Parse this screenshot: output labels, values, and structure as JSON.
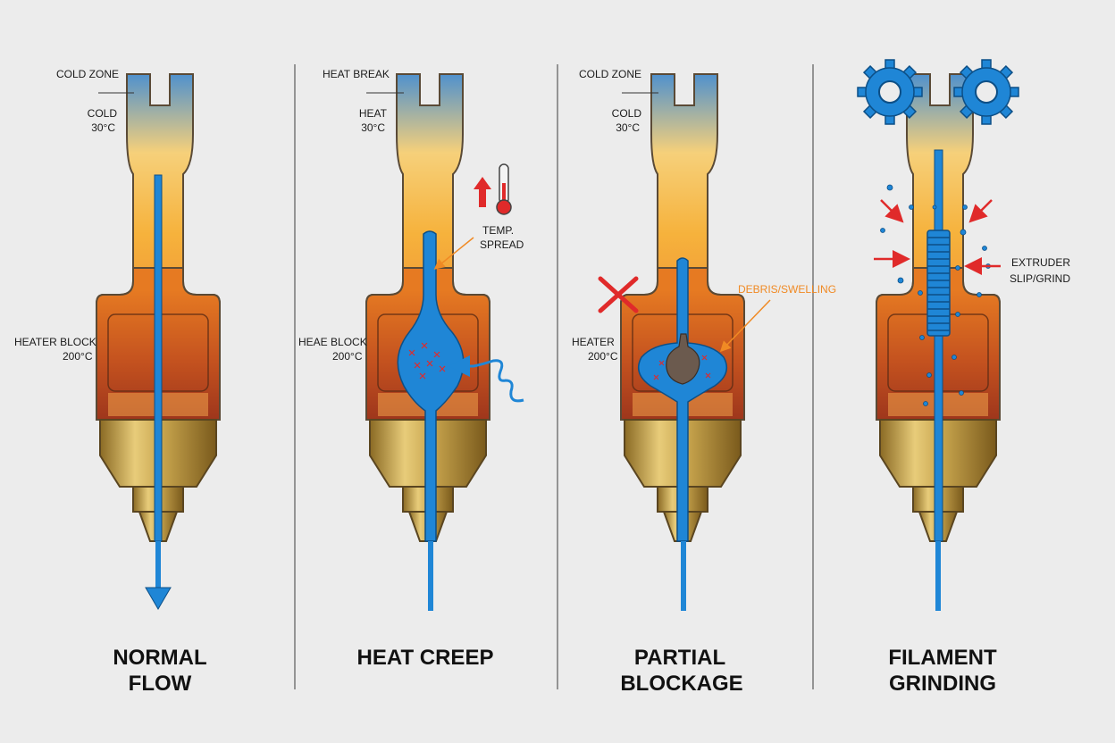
{
  "panels": [
    {
      "caption": [
        "NORMAL",
        "FLOW"
      ],
      "labels": {
        "zone": "COLD ZONE",
        "temp_a": "COLD",
        "temp_b": "30°C",
        "block_a": "HEATER BLOCK",
        "block_b": "200°C"
      }
    },
    {
      "caption": [
        "HEAT CREEP"
      ],
      "labels": {
        "zone": "HEAT BREAK",
        "temp_a": "HEAT",
        "temp_b": "30°C",
        "block_a": "HEAE BLOCK",
        "block_b": "200°C",
        "callout_a": "TEMP.",
        "callout_b": "SPREAD"
      }
    },
    {
      "caption": [
        "PARTIAL",
        "BLOCKAGE"
      ],
      "labels": {
        "zone": "COLD ZONE",
        "temp_a": "COLD",
        "temp_b": "30°C",
        "block_a": "HEATER",
        "block_b": "200°C",
        "callout": "DEBRIS/SWELLING"
      }
    },
    {
      "caption": [
        "FILAMENT",
        "GRINDING"
      ],
      "labels": {
        "callout_a": "EXTRUDER",
        "callout_b": "SLIP/GRIND"
      }
    }
  ],
  "colors": {
    "filament": "#1f86d6",
    "cold": "#4a8fd0",
    "warm": "#f6b23c",
    "hot": "#e5701f",
    "heater": "#a73d1e",
    "brass": "#c6a34c",
    "warning": "#e02a2a",
    "callout": "#f08a24"
  }
}
